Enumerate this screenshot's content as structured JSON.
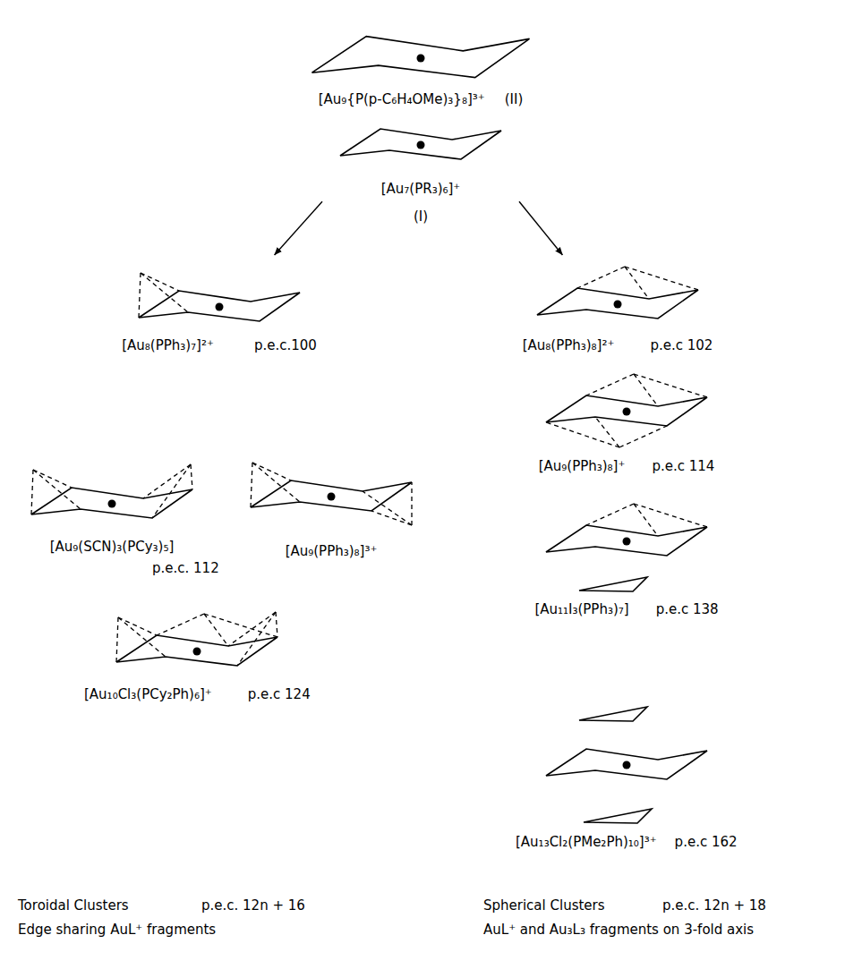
{
  "diagram": {
    "nodes": [
      {
        "text": [
          "[Au₉{P(p-C₆H₄OMe)₃}₈]³⁺",
          "(II)"
        ]
      },
      {
        "text": [
          "[Au₇(PR₃)₆]⁺",
          "(I)"
        ]
      },
      {
        "text": [
          "[Au₈(PPh₃)₇]²⁺",
          "p.e.c.100"
        ]
      },
      {
        "text": [
          "[Au₈(PPh₃)₈]²⁺",
          "p.e.c 102"
        ]
      },
      {
        "text": [
          "[Au₉(PPh₃)₈]⁺",
          "p.e.c 114"
        ]
      },
      {
        "text": [
          "[Au₉(SCN)₃(PCy₃)₅]"
        ]
      },
      {
        "text": [
          "[Au₉(PPh₃)₈]³⁺"
        ]
      },
      {
        "text": [
          "[Au₁₁I₃(PPh₃)₇]",
          "p.e.c 138"
        ]
      },
      {
        "text": [
          "[Au₁₀Cl₃(PCy₂Ph)₆]⁺",
          "p.e.c 124"
        ]
      },
      {
        "text": [
          "[Au₁₃Cl₂(PMe₂Ph)₁₀]³⁺",
          "p.e.c 162"
        ]
      }
    ],
    "edges": [
      {
        "from": 1,
        "to": 2,
        "arrow": "to"
      },
      {
        "from": 1,
        "to": 3,
        "arrow": "to"
      }
    ],
    "labels": [
      "p.e.c. 112",
      "Toroidal Clusters",
      "p.e.c. 12n + 16",
      "Edge sharing AuL⁺ fragments",
      "Spherical Clusters",
      "p.e.c. 12n + 18",
      "AuL⁺ and Au₃L₃ fragments on 3-fold axis"
    ]
  }
}
